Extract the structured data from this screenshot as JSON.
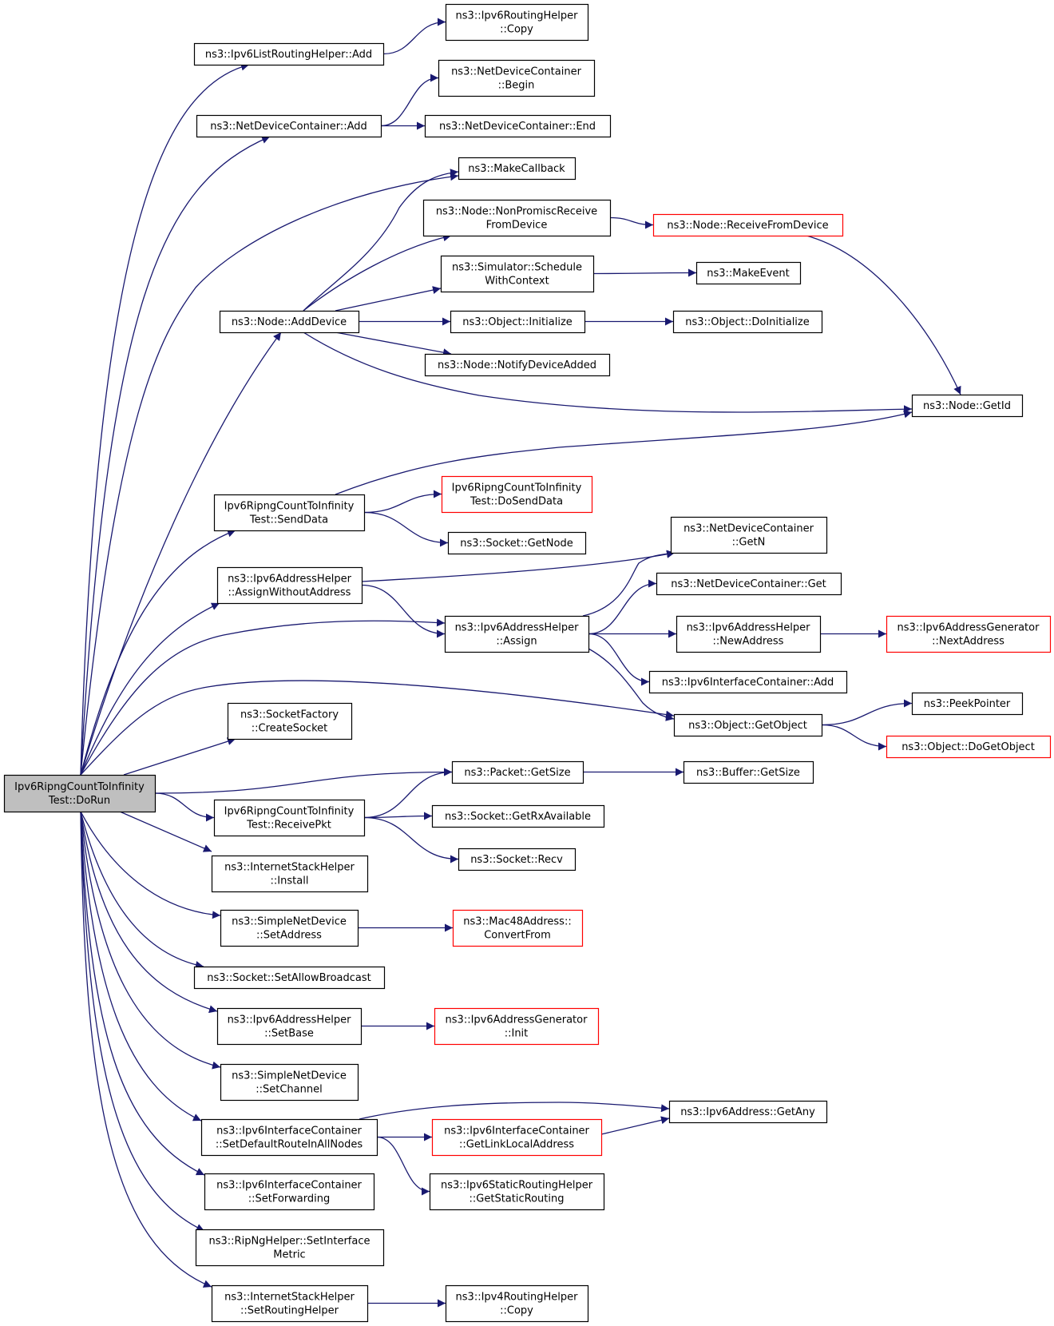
{
  "graph": {
    "root": "dorun",
    "colors": {
      "edge": "#191970",
      "border_normal": "#000000",
      "border_truncated": "#ff0000",
      "fill_root": "#bfbfbf",
      "fill_node": "#ffffff",
      "text": "#000000"
    },
    "nodes": [
      {
        "id": "dorun",
        "lines": [
          "Ipv6RipngCountToInfinity",
          "Test::DoRun"
        ],
        "style": "root"
      },
      {
        "id": "listadd",
        "lines": [
          "ns3::Ipv6ListRoutingHelper::Add"
        ],
        "style": "normal"
      },
      {
        "id": "routingcopy",
        "lines": [
          "ns3::Ipv6RoutingHelper",
          "::Copy"
        ],
        "style": "normal"
      },
      {
        "id": "ndcadd",
        "lines": [
          "ns3::NetDeviceContainer::Add"
        ],
        "style": "normal"
      },
      {
        "id": "ndcbegin",
        "lines": [
          "ns3::NetDeviceContainer",
          "::Begin"
        ],
        "style": "normal"
      },
      {
        "id": "ndcend",
        "lines": [
          "ns3::NetDeviceContainer::End"
        ],
        "style": "normal"
      },
      {
        "id": "makecallback",
        "lines": [
          "ns3::MakeCallback"
        ],
        "style": "normal"
      },
      {
        "id": "nonpromisc",
        "lines": [
          "ns3::Node::NonPromiscReceive",
          "FromDevice"
        ],
        "style": "normal"
      },
      {
        "id": "receivefromdevice",
        "lines": [
          "ns3::Node::ReceiveFromDevice"
        ],
        "style": "truncated"
      },
      {
        "id": "schedulewithcontext",
        "lines": [
          "ns3::Simulator::Schedule",
          "WithContext"
        ],
        "style": "normal"
      },
      {
        "id": "makeevent",
        "lines": [
          "ns3::MakeEvent"
        ],
        "style": "normal"
      },
      {
        "id": "adddevice",
        "lines": [
          "ns3::Node::AddDevice"
        ],
        "style": "normal"
      },
      {
        "id": "objinit",
        "lines": [
          "ns3::Object::Initialize"
        ],
        "style": "normal"
      },
      {
        "id": "objdoinit",
        "lines": [
          "ns3::Object::DoInitialize"
        ],
        "style": "normal"
      },
      {
        "id": "notifydeviceadded",
        "lines": [
          "ns3::Node::NotifyDeviceAdded"
        ],
        "style": "normal"
      },
      {
        "id": "nodegetid",
        "lines": [
          "ns3::Node::GetId"
        ],
        "style": "normal"
      },
      {
        "id": "senddata",
        "lines": [
          "Ipv6RipngCountToInfinity",
          "Test::SendData"
        ],
        "style": "normal"
      },
      {
        "id": "dosenddata",
        "lines": [
          "Ipv6RipngCountToInfinity",
          "Test::DoSendData"
        ],
        "style": "truncated"
      },
      {
        "id": "socketgetnode",
        "lines": [
          "ns3::Socket::GetNode"
        ],
        "style": "normal"
      },
      {
        "id": "assignwithout",
        "lines": [
          "ns3::Ipv6AddressHelper",
          "::AssignWithoutAddress"
        ],
        "style": "normal"
      },
      {
        "id": "ndcgetn",
        "lines": [
          "ns3::NetDeviceContainer",
          "::GetN"
        ],
        "style": "normal"
      },
      {
        "id": "ndcget",
        "lines": [
          "ns3::NetDeviceContainer::Get"
        ],
        "style": "normal"
      },
      {
        "id": "assign",
        "lines": [
          "ns3::Ipv6AddressHelper",
          "::Assign"
        ],
        "style": "normal"
      },
      {
        "id": "newaddress",
        "lines": [
          "ns3::Ipv6AddressHelper",
          "::NewAddress"
        ],
        "style": "normal"
      },
      {
        "id": "nextaddress",
        "lines": [
          "ns3::Ipv6AddressGenerator",
          "::NextAddress"
        ],
        "style": "truncated"
      },
      {
        "id": "ipv6icadd",
        "lines": [
          "ns3::Ipv6InterfaceContainer::Add"
        ],
        "style": "normal"
      },
      {
        "id": "getobject",
        "lines": [
          "ns3::Object::GetObject"
        ],
        "style": "normal"
      },
      {
        "id": "peekpointer",
        "lines": [
          "ns3::PeekPointer"
        ],
        "style": "normal"
      },
      {
        "id": "dogetobject",
        "lines": [
          "ns3::Object::DoGetObject"
        ],
        "style": "truncated"
      },
      {
        "id": "createsocket",
        "lines": [
          "ns3::SocketFactory",
          "::CreateSocket"
        ],
        "style": "normal"
      },
      {
        "id": "packetgetsize",
        "lines": [
          "ns3::Packet::GetSize"
        ],
        "style": "normal"
      },
      {
        "id": "buffergetsize",
        "lines": [
          "ns3::Buffer::GetSize"
        ],
        "style": "normal"
      },
      {
        "id": "receivepkt",
        "lines": [
          "Ipv6RipngCountToInfinity",
          "Test::ReceivePkt"
        ],
        "style": "normal"
      },
      {
        "id": "getrxavailable",
        "lines": [
          "ns3::Socket::GetRxAvailable"
        ],
        "style": "normal"
      },
      {
        "id": "socketrecv",
        "lines": [
          "ns3::Socket::Recv"
        ],
        "style": "normal"
      },
      {
        "id": "install",
        "lines": [
          "ns3::InternetStackHelper",
          "::Install"
        ],
        "style": "normal"
      },
      {
        "id": "setaddress",
        "lines": [
          "ns3::SimpleNetDevice",
          "::SetAddress"
        ],
        "style": "normal"
      },
      {
        "id": "convertfrom",
        "lines": [
          "ns3::Mac48Address::",
          "ConvertFrom"
        ],
        "style": "truncated"
      },
      {
        "id": "setallowbroadcast",
        "lines": [
          "ns3::Socket::SetAllowBroadcast"
        ],
        "style": "normal"
      },
      {
        "id": "setbase",
        "lines": [
          "ns3::Ipv6AddressHelper",
          "::SetBase"
        ],
        "style": "normal"
      },
      {
        "id": "geninit",
        "lines": [
          "ns3::Ipv6AddressGenerator",
          "::Init"
        ],
        "style": "truncated"
      },
      {
        "id": "setchannel",
        "lines": [
          "ns3::SimpleNetDevice",
          "::SetChannel"
        ],
        "style": "normal"
      },
      {
        "id": "setdefaultroute",
        "lines": [
          "ns3::Ipv6InterfaceContainer",
          "::SetDefaultRouteInAllNodes"
        ],
        "style": "normal"
      },
      {
        "id": "getany",
        "lines": [
          "ns3::Ipv6Address::GetAny"
        ],
        "style": "normal"
      },
      {
        "id": "getlinklocal",
        "lines": [
          "ns3::Ipv6InterfaceContainer",
          "::GetLinkLocalAddress"
        ],
        "style": "truncated"
      },
      {
        "id": "getstaticrouting",
        "lines": [
          "ns3::Ipv6StaticRoutingHelper",
          "::GetStaticRouting"
        ],
        "style": "normal"
      },
      {
        "id": "setforwarding",
        "lines": [
          "ns3::Ipv6InterfaceContainer",
          "::SetForwarding"
        ],
        "style": "normal"
      },
      {
        "id": "setinterfacemetric",
        "lines": [
          "ns3::RipNgHelper::SetInterface",
          "Metric"
        ],
        "style": "normal"
      },
      {
        "id": "setroutinghelper",
        "lines": [
          "ns3::InternetStackHelper",
          "::SetRoutingHelper"
        ],
        "style": "normal"
      },
      {
        "id": "ipv4copy",
        "lines": [
          "ns3::Ipv4RoutingHelper",
          "::Copy"
        ],
        "style": "normal"
      }
    ],
    "edges": [
      {
        "from": "dorun",
        "to": "listadd"
      },
      {
        "from": "dorun",
        "to": "ndcadd"
      },
      {
        "from": "dorun",
        "to": "makecallback"
      },
      {
        "from": "dorun",
        "to": "adddevice"
      },
      {
        "from": "dorun",
        "to": "senddata"
      },
      {
        "from": "dorun",
        "to": "assignwithout"
      },
      {
        "from": "dorun",
        "to": "assign"
      },
      {
        "from": "dorun",
        "to": "getobject"
      },
      {
        "from": "dorun",
        "to": "createsocket"
      },
      {
        "from": "dorun",
        "to": "packetgetsize"
      },
      {
        "from": "dorun",
        "to": "receivepkt"
      },
      {
        "from": "dorun",
        "to": "install"
      },
      {
        "from": "dorun",
        "to": "setaddress"
      },
      {
        "from": "dorun",
        "to": "setallowbroadcast"
      },
      {
        "from": "dorun",
        "to": "setbase"
      },
      {
        "from": "dorun",
        "to": "setchannel"
      },
      {
        "from": "dorun",
        "to": "setdefaultroute"
      },
      {
        "from": "dorun",
        "to": "setforwarding"
      },
      {
        "from": "dorun",
        "to": "setinterfacemetric"
      },
      {
        "from": "dorun",
        "to": "setroutinghelper"
      },
      {
        "from": "listadd",
        "to": "routingcopy"
      },
      {
        "from": "ndcadd",
        "to": "ndcbegin"
      },
      {
        "from": "ndcadd",
        "to": "ndcend"
      },
      {
        "from": "adddevice",
        "to": "makecallback"
      },
      {
        "from": "adddevice",
        "to": "nonpromisc"
      },
      {
        "from": "adddevice",
        "to": "schedulewithcontext"
      },
      {
        "from": "adddevice",
        "to": "objinit"
      },
      {
        "from": "adddevice",
        "to": "notifydeviceadded"
      },
      {
        "from": "adddevice",
        "to": "nodegetid"
      },
      {
        "from": "nonpromisc",
        "to": "receivefromdevice"
      },
      {
        "from": "receivefromdevice",
        "to": "nodegetid"
      },
      {
        "from": "schedulewithcontext",
        "to": "makeevent"
      },
      {
        "from": "objinit",
        "to": "objdoinit"
      },
      {
        "from": "senddata",
        "to": "nodegetid"
      },
      {
        "from": "senddata",
        "to": "dosenddata"
      },
      {
        "from": "senddata",
        "to": "socketgetnode"
      },
      {
        "from": "assignwithout",
        "to": "ndcgetn"
      },
      {
        "from": "assignwithout",
        "to": "assign"
      },
      {
        "from": "assign",
        "to": "ndcgetn"
      },
      {
        "from": "assign",
        "to": "ndcget"
      },
      {
        "from": "assign",
        "to": "newaddress"
      },
      {
        "from": "assign",
        "to": "ipv6icadd"
      },
      {
        "from": "assign",
        "to": "getobject"
      },
      {
        "from": "newaddress",
        "to": "nextaddress"
      },
      {
        "from": "getobject",
        "to": "peekpointer"
      },
      {
        "from": "getobject",
        "to": "dogetobject"
      },
      {
        "from": "packetgetsize",
        "to": "buffergetsize"
      },
      {
        "from": "receivepkt",
        "to": "packetgetsize"
      },
      {
        "from": "receivepkt",
        "to": "getrxavailable"
      },
      {
        "from": "receivepkt",
        "to": "socketrecv"
      },
      {
        "from": "setaddress",
        "to": "convertfrom"
      },
      {
        "from": "setbase",
        "to": "geninit"
      },
      {
        "from": "setdefaultroute",
        "to": "getany"
      },
      {
        "from": "setdefaultroute",
        "to": "getlinklocal"
      },
      {
        "from": "setdefaultroute",
        "to": "getstaticrouting"
      },
      {
        "from": "getlinklocal",
        "to": "getany"
      },
      {
        "from": "setroutinghelper",
        "to": "ipv4copy"
      }
    ]
  }
}
